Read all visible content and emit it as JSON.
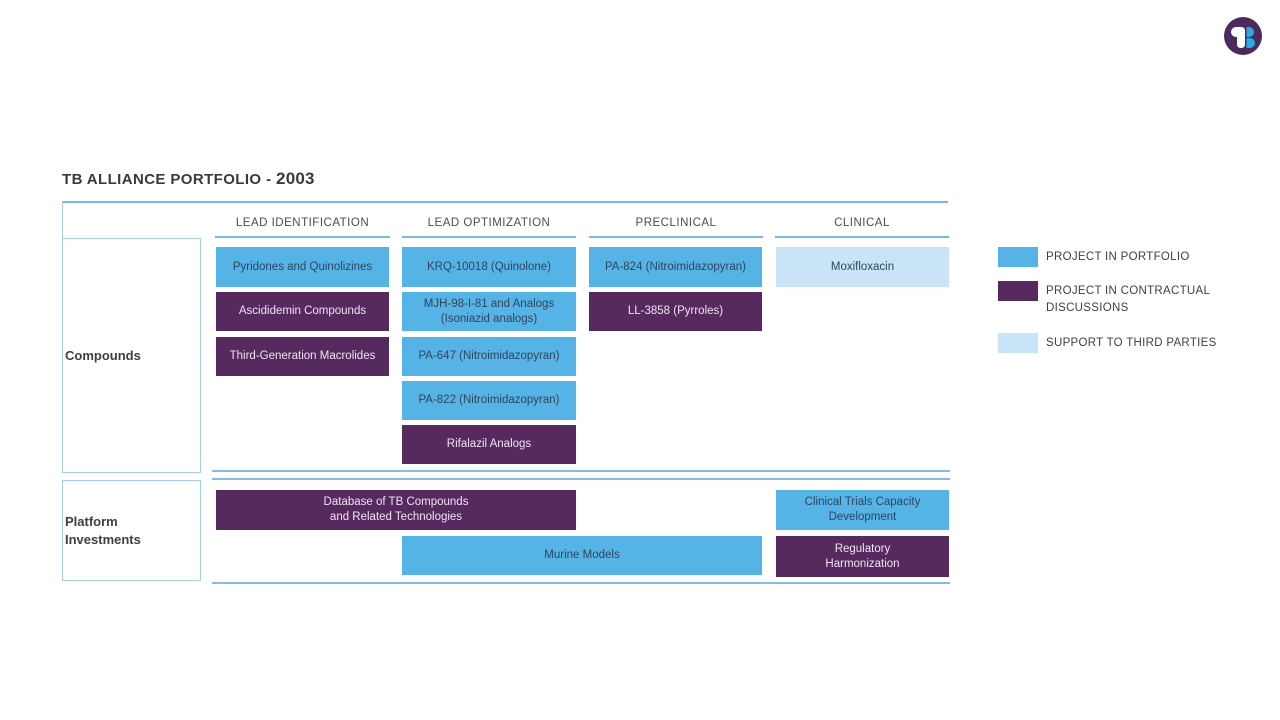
{
  "header": {
    "title_prefix": "TB ALLIANCE PORTFOLIO -",
    "title_year": "2003"
  },
  "logo": {
    "name": "tb-alliance-logo"
  },
  "columns": [
    {
      "label": "LEAD IDENTIFICATION"
    },
    {
      "label": "LEAD OPTIMIZATION"
    },
    {
      "label": "PRECLINICAL"
    },
    {
      "label": "CLINICAL"
    }
  ],
  "row_groups": {
    "compounds": "Compounds",
    "platform": "Platform\nInvestments"
  },
  "compounds": [
    {
      "label": "Pyridones and Quinolizines",
      "column": "LEAD IDENTIFICATION",
      "status": "project-in-portfolio"
    },
    {
      "label": "Ascididemin Compounds",
      "column": "LEAD IDENTIFICATION",
      "status": "project-in-contractual-discussions"
    },
    {
      "label": "Third-Generation Macrolides",
      "column": "LEAD IDENTIFICATION",
      "status": "project-in-contractual-discussions"
    },
    {
      "label": "KRQ-10018 (Quinolone)",
      "column": "LEAD OPTIMIZATION",
      "status": "project-in-portfolio"
    },
    {
      "label": "MJH-98-I-81 and Analogs\n(Isoniazid analogs)",
      "column": "LEAD OPTIMIZATION",
      "status": "project-in-portfolio"
    },
    {
      "label": "PA-647 (Nitroimidazopyran)",
      "column": "LEAD OPTIMIZATION",
      "status": "project-in-portfolio"
    },
    {
      "label": "PA-822 (Nitroimidazopyran)",
      "column": "LEAD OPTIMIZATION",
      "status": "project-in-portfolio"
    },
    {
      "label": "Rifalazil Analogs",
      "column": "LEAD OPTIMIZATION",
      "status": "project-in-contractual-discussions"
    },
    {
      "label": "PA-824 (Nitroimidazopyran)",
      "column": "PRECLINICAL",
      "status": "project-in-portfolio"
    },
    {
      "label": "LL-3858 (Pyrroles)",
      "column": "PRECLINICAL",
      "status": "project-in-contractual-discussions"
    },
    {
      "label": "Moxifloxacin",
      "column": "CLINICAL",
      "status": "support-to-third-parties"
    }
  ],
  "platform": [
    {
      "label": "Database of TB Compounds\nand Related Technologies",
      "status": "project-in-contractual-discussions"
    },
    {
      "label": "Murine Models",
      "status": "project-in-portfolio"
    },
    {
      "label": "Clinical Trials Capacity\nDevelopment",
      "status": "project-in-portfolio"
    },
    {
      "label": "Regulatory\nHarmonization",
      "status": "project-in-contractual-discussions"
    }
  ],
  "legend": [
    {
      "label": "PROJECT IN PORTFOLIO",
      "color": "#56b3e6"
    },
    {
      "label": "PROJECT IN CONTRACTUAL DISCUSSIONS",
      "color": "#572a5f"
    },
    {
      "label": "SUPPORT TO THIRD PARTIES",
      "color": "#c8e4f6"
    }
  ],
  "colors": {
    "project_in_portfolio": "#56b3e6",
    "project_in_contractual_discussions": "#572a5f",
    "support_to_third_parties": "#c8e4f6",
    "rule_blue": "#7db8e0",
    "logo_purple": "#4b2a5e",
    "logo_blue": "#2ba9e1"
  }
}
